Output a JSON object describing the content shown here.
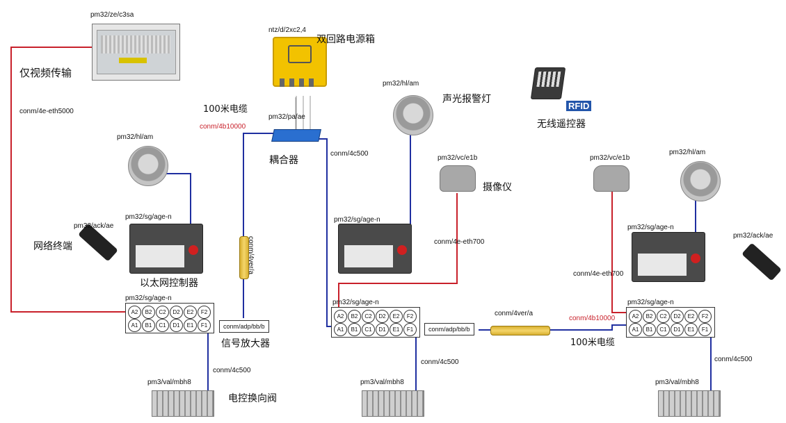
{
  "labels": {
    "top_left_code": "pm32/ze/c3sa",
    "video_only": "仅视频传输",
    "eth5000": "conm/4e-eth5000",
    "power_code": "ntz/d/2xc2,4",
    "power_box": "双回路电源箱",
    "cable_100m_a": "100米电缆",
    "conm_4b10000_a": "conm/4b10000",
    "coupler_code": "pm32/pa/ae",
    "coupler": "耦合器",
    "conm_4c500_top": "conm/4c500",
    "hl_am_center": "pm32/hl/am",
    "alarm_light": "声光报警灯",
    "wireless_remote": "无线遥控器",
    "rfid": "RFID",
    "hl_am_left": "pm32/hl/am",
    "vc_center": "pm32/vc/e1b",
    "camera": "摄像仪",
    "vc_right": "pm32/vc/e1b",
    "hl_am_right": "pm32/hl/am",
    "ack_left": "pm32/ack/ae",
    "network_terminal": "网络终端",
    "sg_left_top": "pm32/sg/age-n",
    "eth_controller": "以太网控制器",
    "conm_4ver_vert": "conm/4ver/a",
    "sg_center_top": "pm32/sg/age-n",
    "eth700_center": "conm/4e-eth700",
    "sg_right_top": "pm32/sg/age-n",
    "ack_right": "pm32/ack/ae",
    "eth700_right": "conm/4e-eth700",
    "sg_left_bottom": "pm32/sg/age-n",
    "adp_left": "conm/adp/bb/b",
    "signal_amp": "信号放大器",
    "sg_center_bottom": "pm32/sg/age-n",
    "adp_center": "conm/adp/bb/b",
    "conm_4ver_horiz": "conm/4ver/a",
    "conm_4b10000_b": "conm/4b10000",
    "cable_100m_b": "100米电缆",
    "sg_right_bottom": "pm32/sg/age-n",
    "conm_4c500_left": "conm/4c500",
    "conm_4c500_center": "conm/4c500",
    "conm_4c500_right": "conm/4c500",
    "valve_left_code": "pm3/val/mbh8",
    "valve_center_code": "pm3/val/mbh8",
    "valve_right_code": "pm3/val/mbh8",
    "solenoid_valve": "电控换向阀"
  },
  "pins": {
    "top_row": [
      "A2",
      "B2",
      "C2",
      "D2",
      "E2",
      "F2"
    ],
    "bottom_row": [
      "A1",
      "B1",
      "C1",
      "D1",
      "E1",
      "F1"
    ]
  },
  "colors": {
    "red_wire": "#c8202a",
    "blue_wire": "#1f2fa0",
    "yellow_box": "#f2c200",
    "device_grey": "#9a9a9a"
  }
}
